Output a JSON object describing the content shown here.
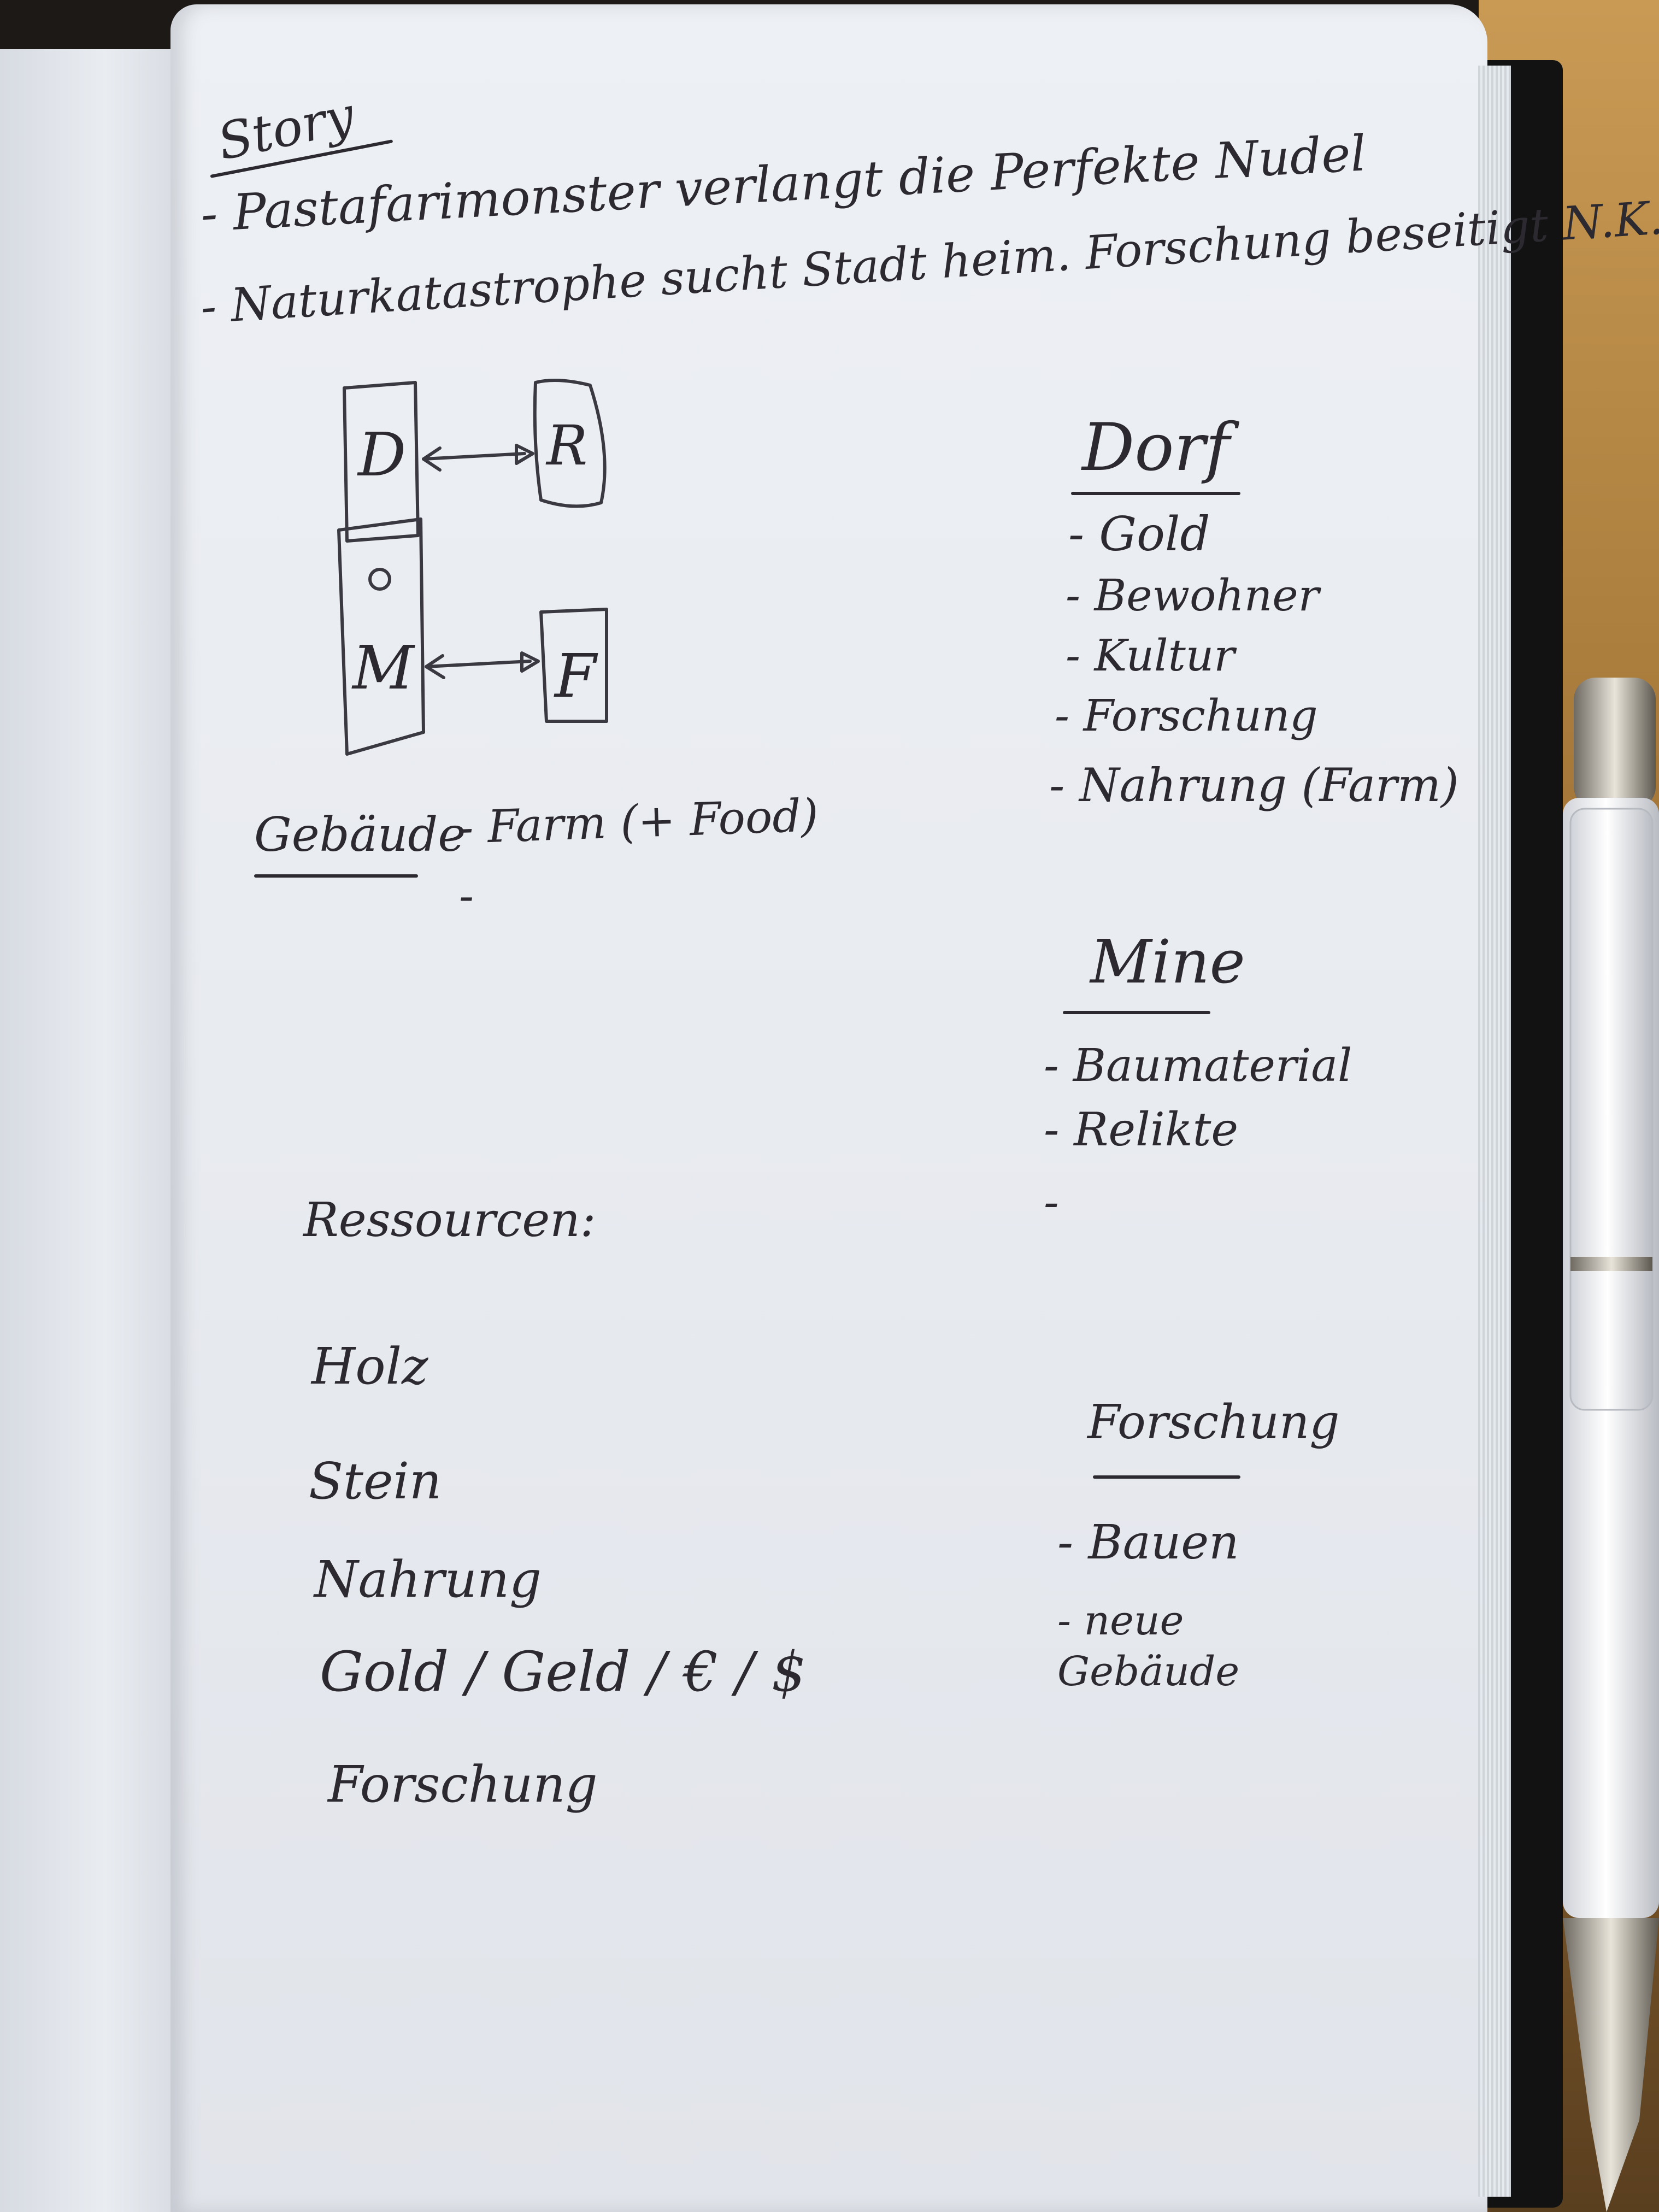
{
  "story": {
    "heading": "Story",
    "lines": [
      "- Pastafarimonster verlangt die Perfekte Nudel",
      "- Naturkatastrophe sucht Stadt heim. Forschung beseitigt N.K."
    ]
  },
  "diagram": {
    "node_d": "D",
    "node_r": "R",
    "node_m": "M",
    "node_f": "F"
  },
  "gebaeude": {
    "heading": "Gebäude",
    "items": [
      "- Farm (+ Food)",
      "-"
    ]
  },
  "dorf": {
    "heading": "Dorf",
    "items": [
      "- Gold",
      "- Bewohner",
      "- Kultur",
      "- Forschung",
      "- Nahrung (Farm)"
    ]
  },
  "mine": {
    "heading": "Mine",
    "items": [
      "- Baumaterial",
      "- Relikte",
      "-"
    ]
  },
  "ressourcen": {
    "heading": "Ressourcen:",
    "items": [
      "Holz",
      "Stein",
      "Nahrung",
      "Gold / Geld / € / $",
      "Forschung"
    ]
  },
  "forschung": {
    "heading": "Forschung",
    "items": [
      "- Bauen",
      "- neue Gebäude"
    ]
  }
}
